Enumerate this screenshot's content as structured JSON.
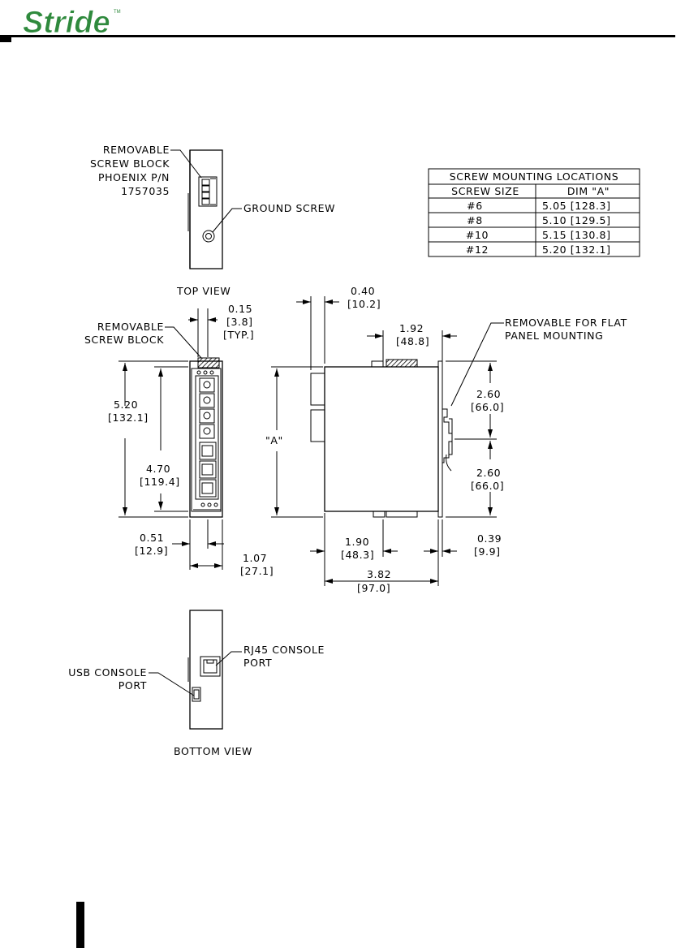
{
  "header": {
    "logo_text": "Stride",
    "logo_tm": "TM"
  },
  "screw_table": {
    "title": "SCREW MOUNTING LOCATIONS",
    "columns": [
      "SCREW SIZE",
      "DIM \"A\""
    ],
    "rows": [
      [
        "#6",
        "5.05 [128.3]"
      ],
      [
        "#8",
        "5.10 [129.5]"
      ],
      [
        "#10",
        "5.15 [130.8]"
      ],
      [
        "#12",
        "5.20 [132.1]"
      ]
    ]
  },
  "top_view": {
    "caption": "TOP VIEW",
    "screw_block_label": [
      "REMOVABLE",
      "SCREW BLOCK",
      "PHOENIX P/N",
      "1757035"
    ],
    "ground_screw_label": "GROUND SCREW"
  },
  "front_view": {
    "screw_block_label": [
      "REMOVABLE",
      "SCREW BLOCK"
    ],
    "dim_width_top": [
      "0.15",
      "[3.8]",
      "[TYP.]"
    ],
    "dim_height_total": [
      "5.20",
      "[132.1]"
    ],
    "dim_height_inner": [
      "4.70",
      "[119.4]"
    ],
    "dim_offset": [
      "0.51",
      "[12.9]"
    ],
    "dim_width": [
      "1.07",
      "[27.1]"
    ]
  },
  "side_view": {
    "dim_a_label": "\"A\"",
    "dim_top_offset": [
      "0.40",
      "[10.2]"
    ],
    "dim_top_width": [
      "1.92",
      "[48.8]"
    ],
    "flat_panel_label": [
      "REMOVABLE FOR FLAT",
      "PANEL MOUNTING"
    ],
    "dim_upper_half": [
      "2.60",
      "[66.0]"
    ],
    "dim_lower_half": [
      "2.60",
      "[66.0]"
    ],
    "dim_mid_width": [
      "1.90",
      "[48.3]"
    ],
    "dim_clip": [
      "0.39",
      "[9.9]"
    ],
    "dim_depth": [
      "3.82",
      "[97.0]"
    ]
  },
  "bottom_view": {
    "caption": "BOTTOM VIEW",
    "rj45_label": [
      "RJ45 CONSOLE",
      "PORT"
    ],
    "usb_label": [
      "USB CONSOLE",
      "PORT"
    ]
  }
}
